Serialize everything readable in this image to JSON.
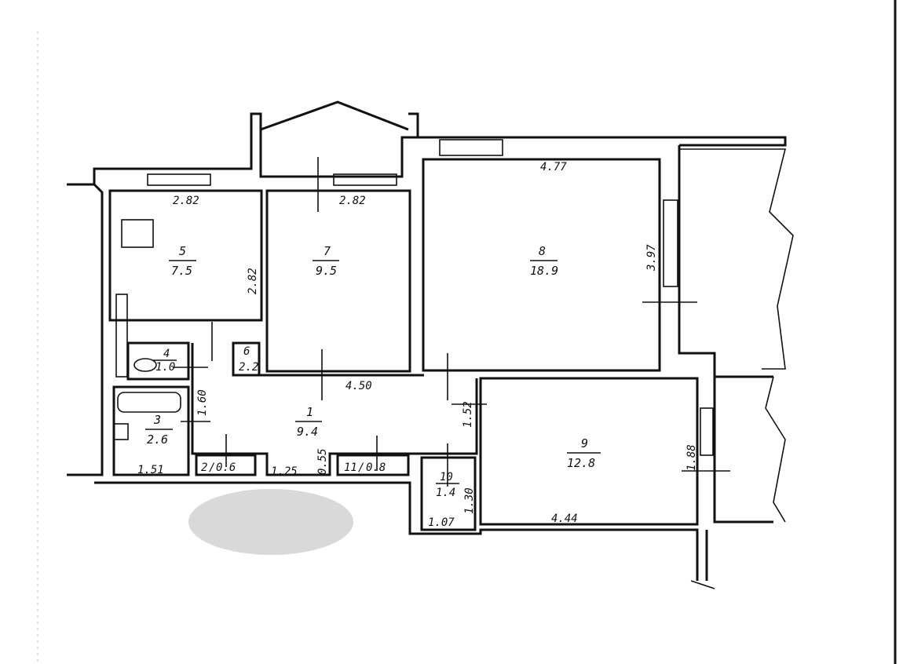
{
  "rooms": [
    {
      "id": "1",
      "area": "9.4"
    },
    {
      "id": "2",
      "area": "0.6"
    },
    {
      "id": "3",
      "area": "2.6"
    },
    {
      "id": "4",
      "area": "1.0"
    },
    {
      "id": "5",
      "area": "7.5"
    },
    {
      "id": "6",
      "area": "2.2"
    },
    {
      "id": "7",
      "area": "9.5"
    },
    {
      "id": "8",
      "area": "18.9"
    },
    {
      "id": "9",
      "area": "12.8"
    },
    {
      "id": "10",
      "area": "1.4"
    },
    {
      "id": "11",
      "area": "0.8"
    }
  ],
  "dimensions": {
    "r5_width": "2.82",
    "r5_depth": "2.82",
    "r7_width": "2.82",
    "r8_width": "4.77",
    "r8_depth": "3.97",
    "r1_length": "4.50",
    "r1_depth": "1.52",
    "r1_left": "1.60",
    "r3_width": "1.51",
    "r9_width": "4.44",
    "r9_depth": "1.88",
    "r10_width": "1.07",
    "r10_depth": "1.30",
    "corridor_width": "1.25",
    "corridor_depth": "0.55"
  }
}
